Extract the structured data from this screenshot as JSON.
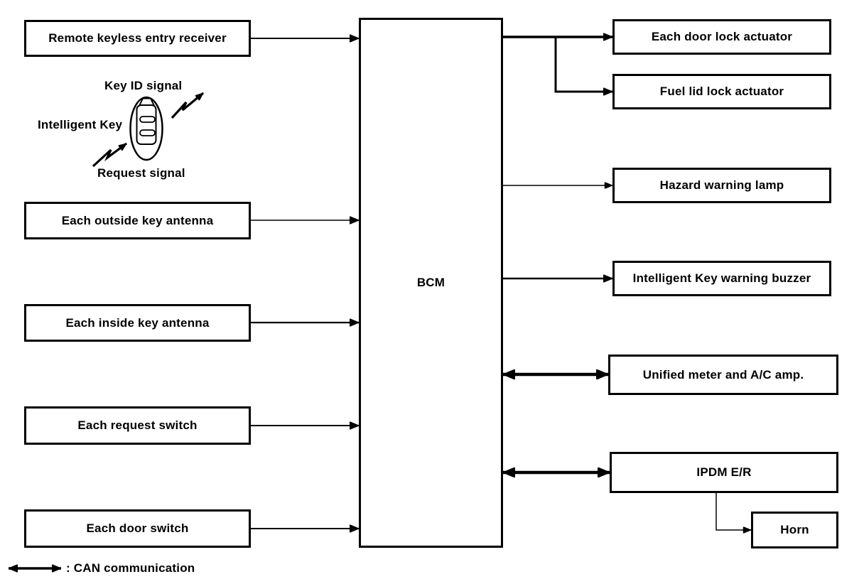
{
  "diagram": {
    "type": "system-block-diagram",
    "colors": {
      "line": "#000000",
      "background": "#ffffff"
    },
    "bcm": {
      "label": "BCM"
    },
    "inputs": [
      {
        "label": "Remote keyless entry receiver"
      },
      {
        "label": "Each outside key antenna"
      },
      {
        "label": "Each inside key antenna"
      },
      {
        "label": "Each request switch"
      },
      {
        "label": "Each door switch"
      }
    ],
    "outputs": [
      {
        "label": "Each door lock actuator"
      },
      {
        "label": "Fuel lid lock actuator"
      },
      {
        "label": "Hazard warning lamp"
      },
      {
        "label": "Intelligent Key warning buzzer"
      },
      {
        "label": "Unified meter and A/C amp."
      },
      {
        "label": "IPDM E/R"
      },
      {
        "label": "Horn"
      }
    ],
    "intelligent_key": {
      "key_id_signal_label": "Key ID signal",
      "name_label": "Intelligent Key",
      "request_signal_label": "Request signal"
    },
    "legend": {
      "can_label": ": CAN communication"
    }
  }
}
